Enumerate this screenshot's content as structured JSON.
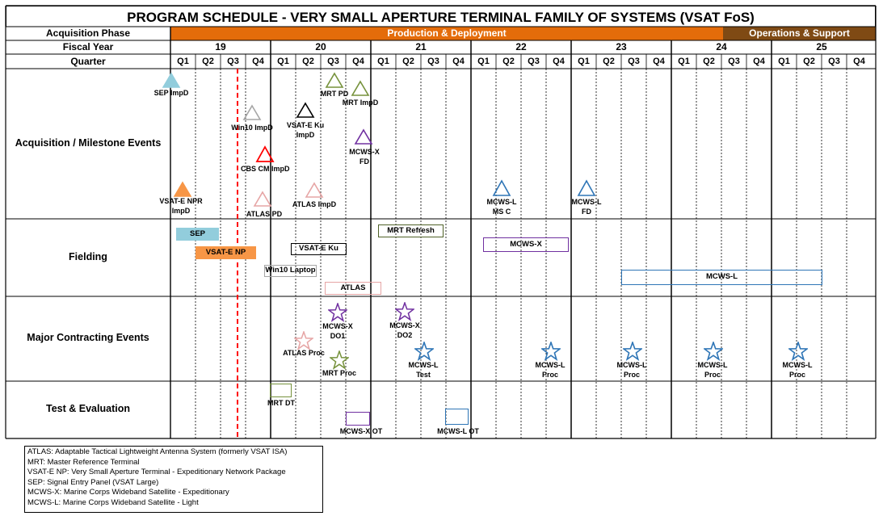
{
  "title": "PROGRAM SCHEDULE - VERY SMALL APERTURE TERMINAL  FAMILY OF SYSTEMS (VSAT FoS)",
  "header": {
    "acquisition_phase_label": "Acquisition Phase",
    "fiscal_year_label": "Fiscal Year",
    "quarter_label": "Quarter"
  },
  "phases": [
    {
      "label": "Production & Deployment",
      "color": "#E46C0A"
    },
    {
      "label": "Operations & Support",
      "color": "#7F4A14"
    }
  ],
  "fiscal_years": [
    "19",
    "20",
    "21",
    "22",
    "23",
    "24",
    "25"
  ],
  "quarters": [
    "Q1",
    "Q2",
    "Q3",
    "Q4"
  ],
  "rows": [
    {
      "label": "Acquisition / Milestone Events"
    },
    {
      "label": "Fielding"
    },
    {
      "label": "Major Contracting Events"
    },
    {
      "label": "Test & Evaluation"
    }
  ],
  "milestones": [
    {
      "label": [
        "SEP ImpD"
      ],
      "color": "#92CDDC",
      "filled": true
    },
    {
      "label": [
        "MRT PD"
      ],
      "color": "#76923C",
      "filled": false
    },
    {
      "label": [
        "MRT ImpD"
      ],
      "color": "#76923C",
      "filled": false
    },
    {
      "label": [
        "Win10 ImpD"
      ],
      "color": "#A6A6A6",
      "filled": false
    },
    {
      "label": [
        "VSAT-E Ku",
        "ImpD"
      ],
      "color": "#000000",
      "filled": false
    },
    {
      "label": [
        "MCWS-X",
        "FD"
      ],
      "color": "#7030A0",
      "filled": false
    },
    {
      "label": [
        "CBS CM ImpD"
      ],
      "color": "#FF0000",
      "filled": false
    },
    {
      "label": [
        "VSAT-E NPR",
        "ImpD"
      ],
      "color": "#F79646",
      "filled": true
    },
    {
      "label": [
        "ATLAS PD"
      ],
      "color": "#E6A5A5",
      "filled": false
    },
    {
      "label": [
        "ATLAS ImpD"
      ],
      "color": "#E6A5A5",
      "filled": false
    },
    {
      "label": [
        "MCWS-L",
        "MS C"
      ],
      "color": "#2E75B6",
      "filled": false
    },
    {
      "label": [
        "MCWS-L",
        "FD"
      ],
      "color": "#2E75B6",
      "filled": false
    }
  ],
  "fielding_bars": [
    {
      "label": "SEP",
      "color": "#92CDDC",
      "filled": true
    },
    {
      "label": "VSAT-E NP",
      "color": "#F79646",
      "filled": true
    },
    {
      "label": "VSAT-E Ku",
      "color": "#000000",
      "filled": false
    },
    {
      "label": "Win10 Laptop",
      "color": "#A6A6A6",
      "filled": false
    },
    {
      "label": "ATLAS",
      "color": "#E6A5A5",
      "filled": false
    },
    {
      "label": "MRT Refresh",
      "color": "#4F6228",
      "filled": false
    },
    {
      "label": "MCWS-X",
      "color": "#7030A0",
      "filled": false
    },
    {
      "label": "MCWS-L",
      "color": "#2E75B6",
      "filled": false
    }
  ],
  "contracting_events": [
    {
      "label": [
        "MCWS-X",
        "DO1"
      ],
      "color": "#7030A0"
    },
    {
      "label": [
        "MCWS-X",
        "DO2"
      ],
      "color": "#7030A0"
    },
    {
      "label": [
        "ATLAS Proc"
      ],
      "color": "#E6A5A5"
    },
    {
      "label": [
        "MRT Proc"
      ],
      "color": "#76923C"
    },
    {
      "label": [
        "MCWS-L",
        "Test"
      ],
      "color": "#2E75B6"
    },
    {
      "label": [
        "MCWS-L",
        "Proc"
      ],
      "color": "#2E75B6"
    },
    {
      "label": [
        "MCWS-L",
        "Proc"
      ],
      "color": "#2E75B6"
    },
    {
      "label": [
        "MCWS-L",
        "Proc"
      ],
      "color": "#2E75B6"
    },
    {
      "label": [
        "MCWS-L",
        "Proc"
      ],
      "color": "#2E75B6"
    }
  ],
  "te_events": [
    {
      "label": "MRT DT",
      "color": "#76923C"
    },
    {
      "label": "MCWS-X OT",
      "color": "#7030A0"
    },
    {
      "label": "MCWS-L  OT",
      "color": "#2E75B6"
    }
  ],
  "status_line_color": "#FF0000",
  "legend": [
    "ATLAS:  Adaptable Tactical Lightweight Antenna System (formerly VSAT ISA)",
    "MRT:  Master Reference Terminal",
    "VSAT-E NP:  Very Small Aperture Terminal - Expeditionary Network Package",
    "SEP:  Signal Entry Panel (VSAT Large)",
    "MCWS-X:  Marine Corps Wideband Satellite - Expeditionary",
    "MCWS-L:  Marine Corps Wideband Satellite - Light"
  ]
}
